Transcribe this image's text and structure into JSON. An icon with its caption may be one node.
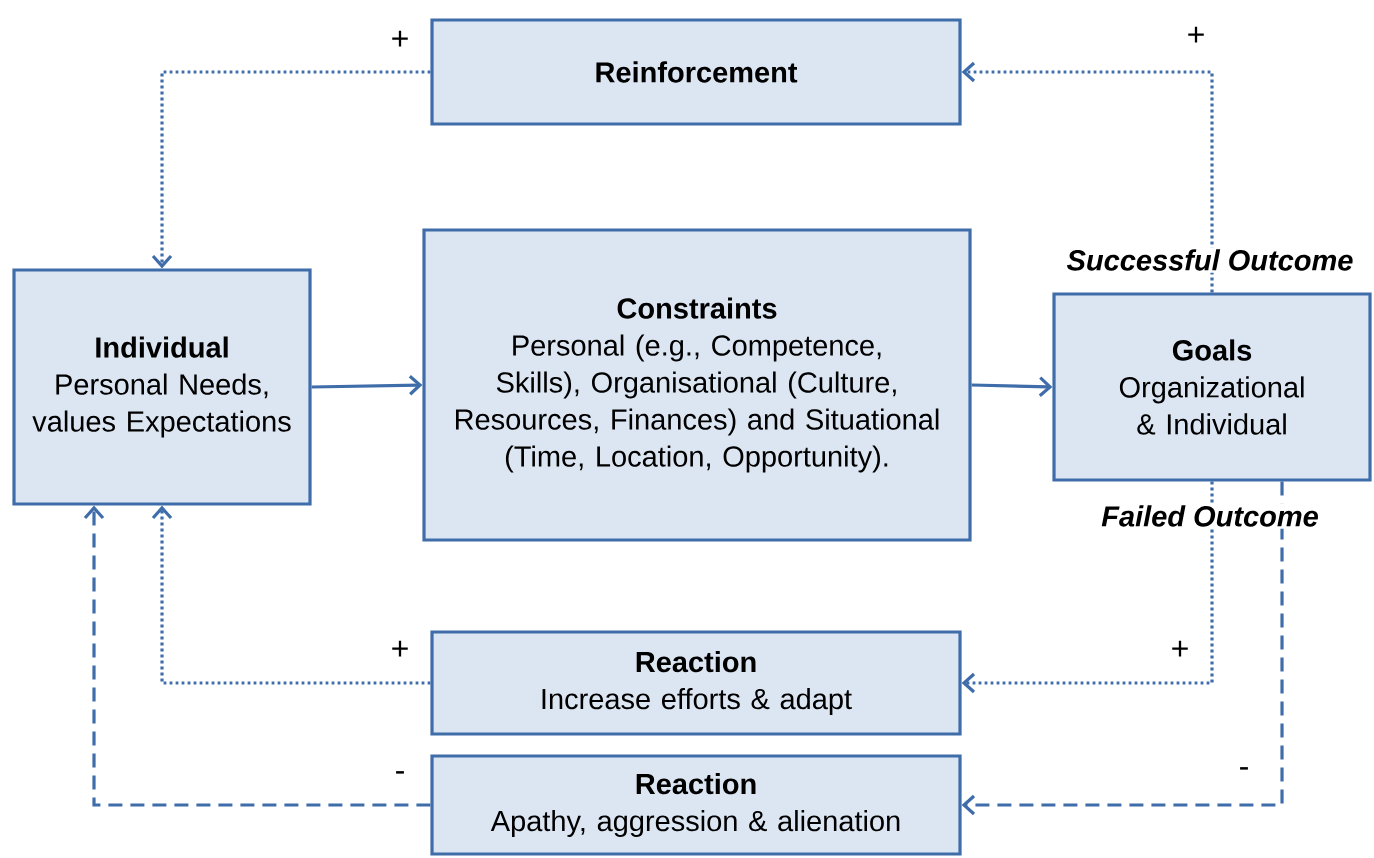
{
  "diagram": {
    "nodes": [
      {
        "text": [
          "Individual",
          "Personal Needs, values Expectations"
        ]
      },
      {
        "text": [
          "Constraints",
          "Personal (e.g., Competence, Skills), Organisational (Culture, Resources, Finances) and Situational (Time, Location, Opportunity)."
        ]
      },
      {
        "text": [
          "Goals",
          "Organizational & Individual"
        ],
        "beside": [
          "Successful Outcome",
          "Failed Outcome"
        ]
      },
      {
        "text": [
          "Reinforcement"
        ]
      },
      {
        "text": [
          "Reaction",
          "Increase efforts & adapt"
        ]
      },
      {
        "text": [
          "Reaction",
          "Apathy, aggression & alienation"
        ]
      }
    ],
    "edges": [
      {
        "from": 0,
        "to": 1,
        "arrow": "to"
      },
      {
        "from": 1,
        "to": 2,
        "arrow": "to"
      },
      {
        "from": 2,
        "to": 3,
        "arrow": "to",
        "style": "dashed",
        "label": "+"
      },
      {
        "from": 3,
        "to": 0,
        "arrow": "to",
        "style": "dashed",
        "label": "+"
      },
      {
        "from": 2,
        "to": 4,
        "arrow": "to",
        "style": "dashed",
        "label": "+"
      },
      {
        "from": 4,
        "to": 0,
        "arrow": "to",
        "style": "dashed",
        "label": "+"
      },
      {
        "from": 2,
        "to": 5,
        "arrow": "to",
        "style": "dashed",
        "label": "-"
      },
      {
        "from": 5,
        "to": 0,
        "arrow": "to",
        "style": "dashed",
        "label": "-"
      }
    ]
  }
}
